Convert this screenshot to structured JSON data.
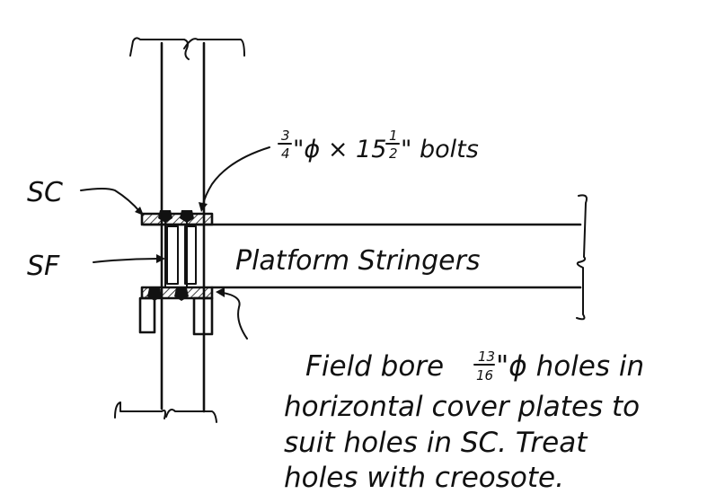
{
  "labels": {
    "sc": "SC",
    "sf": "SF",
    "stringers": "Platform Stringers",
    "bolt": {
      "size_num": "3",
      "size_den": "4",
      "mid": "\"ϕ × 15",
      "len_num": "1",
      "len_den": "2",
      "tail": "\" bolts"
    }
  },
  "note": {
    "line1_pre": "Field bore",
    "hole_num": "13",
    "hole_den": "16",
    "line1_post": "\"ϕ holes in",
    "line2": "horizontal cover plates to",
    "line3": "suit holes in SC. Treat",
    "line4": "holes with creosote."
  }
}
